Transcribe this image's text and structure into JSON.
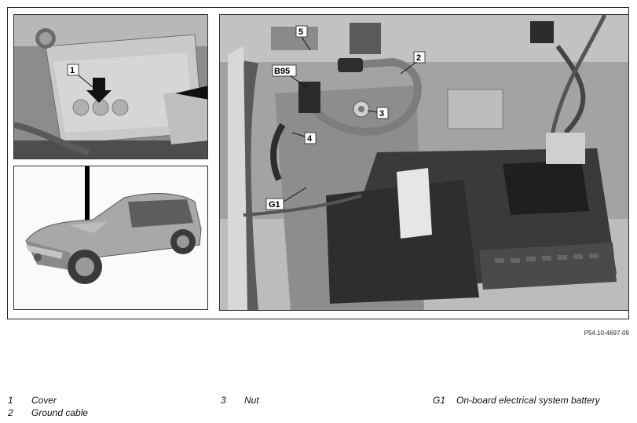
{
  "callouts": {
    "c1": "1",
    "c2": "2",
    "c3": "3",
    "c4": "4",
    "c5": "5",
    "b95": "B95",
    "g1": "G1"
  },
  "figure_ref": "P54.10-4697-09",
  "legend": [
    {
      "num": "1",
      "text": "Cover"
    },
    {
      "num": "2",
      "text": "Ground cable"
    },
    {
      "num": "3",
      "text": "Nut"
    },
    {
      "num": "G1",
      "text": "On-board electrical system battery"
    }
  ],
  "colors": {
    "engine_bay": "#9a9a9a",
    "battery_dark": "#3a3a3a",
    "cable_grey": "#7d7d7d"
  }
}
